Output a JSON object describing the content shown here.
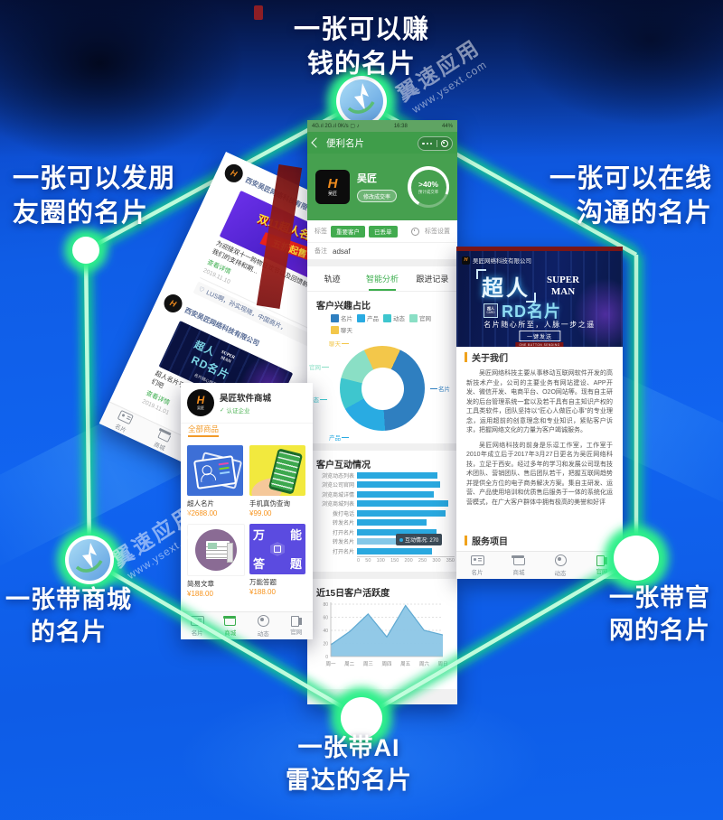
{
  "watermark": {
    "brand": "翼速应用",
    "url": "www.ysext.com"
  },
  "corner_labels": {
    "top": {
      "line1": "一张可以赚",
      "line2": "钱的名片"
    },
    "top_left": {
      "line1": "一张可以发朋",
      "line2": "友圈的名片"
    },
    "top_right": {
      "line1": "一张可以在线",
      "line2": "沟通的名片"
    },
    "bottom_left": {
      "line1": "一张带商城",
      "line2": "的名片"
    },
    "bottom_right": {
      "line1": "一张带官",
      "line2": "网的名片"
    },
    "bottom": {
      "line1": "一张带AI",
      "line2": "雷达的名片"
    }
  },
  "logo_letter": "H",
  "feed_phone": {
    "company": "西安吴匠网络科技有限公司",
    "like_icon": "♡",
    "post1": {
      "banner_title": "双11超人名片",
      "banner_sub": "五折起售",
      "text": "为迎接双十一购物狂欢节以及回馈新老用户对我们的支持和期...",
      "link": "查看详情",
      "date": "2019.11.10",
      "likes": "LUS啊，孙实现晓，中国商片，"
    },
    "post2": {
      "banner_title": "超人",
      "banner_super1": "SUPER",
      "banner_super2": "MAN",
      "banner_rd": "RD名片",
      "banner_slogan": "名片随心所至，人脉一步之遥",
      "text": "超人名片平台全新发布；有需要的尽快联系我们吧",
      "link": "查看详情",
      "date": "2019.11.01"
    }
  },
  "main_phone": {
    "status": {
      "left": "4G.ıl 2G.ıl 0K/s ▢ ♪",
      "time": "16:38",
      "battery": "44%"
    },
    "nav_title": "便利名片",
    "profile": {
      "name": "吴匠",
      "logo_text": "吴匠",
      "badge": "修改成交率",
      "gauge_value": ">40%",
      "gauge_label": "预计成交率"
    },
    "tags": {
      "label": "标签",
      "items": [
        "重要客户",
        "已丢单"
      ],
      "settings": "标签设置"
    },
    "note_label": "备注",
    "note_value": "adsaf",
    "tabs": [
      "轨迹",
      "智能分析",
      "跟进记录"
    ]
  },
  "mall_phone": {
    "shop": "吴匠软件商城",
    "verified_icon": "✓",
    "verified": "认证企业",
    "tab": "全部商品",
    "products": [
      {
        "title": "超人名片",
        "price": "¥2688.00"
      },
      {
        "title": "手机真伪查询",
        "price": "¥99.00"
      },
      {
        "title": "简易文章",
        "price": "¥188.00"
      },
      {
        "title": "万能答题",
        "price": "¥188.00"
      }
    ],
    "card4_words": [
      "万",
      "能",
      "答",
      "题"
    ],
    "nav": [
      "名片",
      "商城",
      "动态",
      "官网"
    ]
  },
  "site_phone": {
    "company": "吴匠网络科技有限公司",
    "banner": {
      "title": "超人",
      "super1": "SUPER",
      "super2": "MAN",
      "badge_top": "超人",
      "badge_bottom": "CARD",
      "rd": "RD名片",
      "slogan": "名片随心所至，人脉一步之遥",
      "button": "一键发送",
      "button_sub": "ONE BUTTON SENDING"
    },
    "about_header": "关于我们",
    "about_p1": "吴匠网络科技主要从事移动互联网软件开发的高新技术产业，公司的主要业务有网站建设、APP开发、微信开发、电商平台、O2O网站等。现有自主研发的后台管理系统一套以及若干具有自主知识产权的工具类软件，团队坚持以“匠心人做匠心事”的专业理念，运用超前的创意理念和专业知识，紧贴客户诉求，把握网络文化的力量为客户竭诚服务。",
    "about_p2": "吴匠网络科技的前身是乐逗工作室，工作室于2010年成立后于2017年3月27日更名为吴匠网络科技，立足于西安。经过多年的学习和发展公司现有技术团队、营销团队、售后团队若干，把握互联网趋势并提供全方位的电子商务解决方案。集自主研发、运营、产品使用培训和优质售后服务于一体的系统化运营模式，在广大客户群体中拥有极高的美誉和好评",
    "services_header": "服务项目",
    "nav": [
      "名片",
      "商城",
      "动态",
      "官网"
    ]
  },
  "chart_data": [
    {
      "type": "pie",
      "donut": true,
      "title": "客户兴趣占比",
      "labels": [
        "名片",
        "产品",
        "动态",
        "官网",
        "聊天"
      ],
      "values": [
        42,
        18,
        12,
        14,
        14
      ],
      "colors": [
        "#2F7FC0",
        "#29ABE2",
        "#3EC6CE",
        "#8ADFC5",
        "#F3C74A"
      ],
      "legend_position": "top-left"
    },
    {
      "type": "bar",
      "orientation": "horizontal",
      "title": "客户互动情况",
      "categories": [
        "浏览动态列表",
        "浏览公司官网",
        "浏览商城详情",
        "浏览商城列表",
        "拨打电话",
        "转发名片",
        "打开名片",
        "转发名片",
        "打开名片"
      ],
      "values": [
        300,
        310,
        285,
        340,
        330,
        260,
        295,
        270,
        280
      ],
      "xlim": [
        0,
        350
      ],
      "xticks": [
        0,
        50,
        100,
        150,
        200,
        250,
        300,
        350
      ],
      "bar_color": "#29A8DF",
      "highlight_index": 7,
      "tooltip": "互动情况: 270"
    },
    {
      "type": "area",
      "title": "近15日客户活跃度",
      "categories": [
        "周一",
        "周二",
        "周三",
        "周四",
        "周五",
        "周六",
        "周日"
      ],
      "values": [
        18,
        38,
        65,
        30,
        78,
        40,
        33
      ],
      "ylim": [
        0,
        80
      ],
      "yticks": [
        0,
        20,
        40,
        60,
        80
      ],
      "line_color": "#5FA9D2",
      "fill_color": "#8CC6E6",
      "grid": "dashed"
    }
  ]
}
